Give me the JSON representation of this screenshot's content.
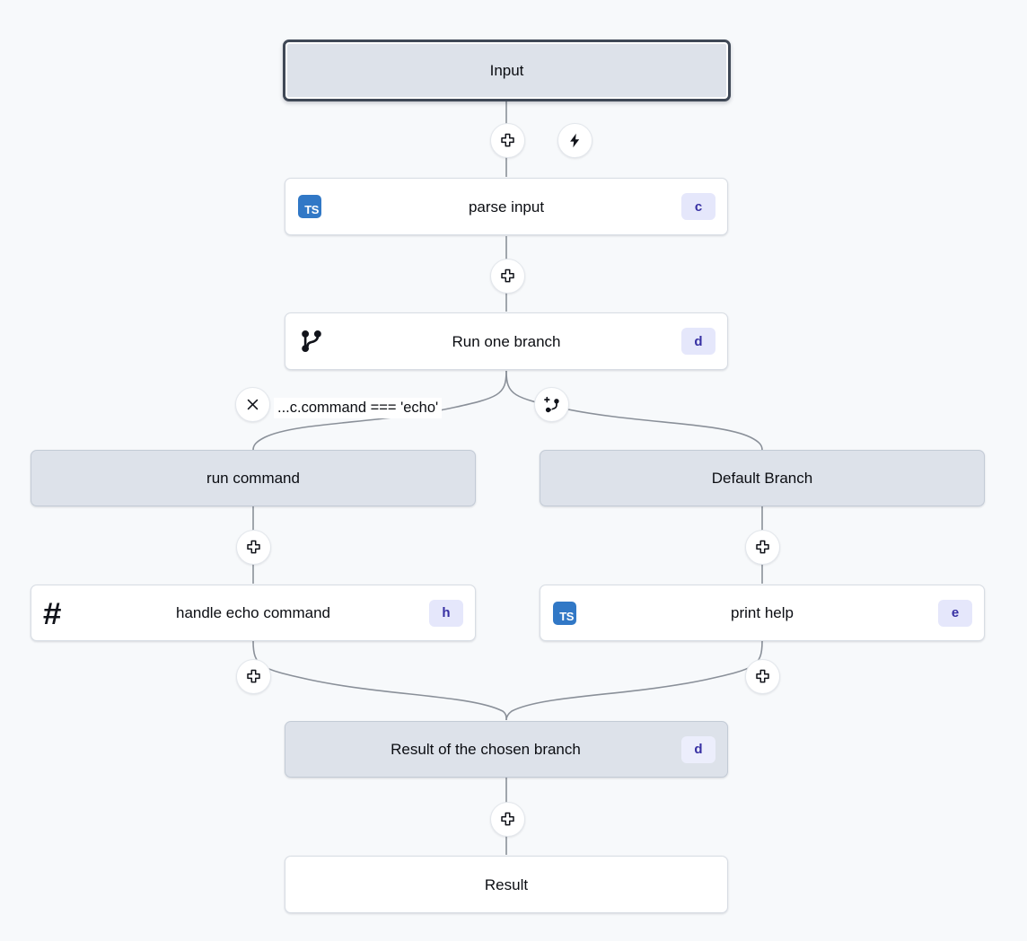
{
  "canvas": {
    "background_color": "#f7f9fb",
    "edge_color": "#8a9099"
  },
  "theme": {
    "node_gray_fill": "#dde2ea",
    "node_white_fill": "#ffffff",
    "node_border": "#c3cbd6",
    "selected_border": "#3f4856",
    "badge_bg": "#e5e7fb",
    "badge_text": "#3730a3",
    "ts_icon_bg": "#3178c6"
  },
  "nodes": {
    "input": {
      "label": "Input"
    },
    "parse_input": {
      "label": "parse input",
      "badge": "c",
      "icon": "typescript-icon"
    },
    "run_one_branch": {
      "label": "Run one branch",
      "badge": "d",
      "icon": "git-branch-icon"
    },
    "branch_a": {
      "label": "run command"
    },
    "branch_default": {
      "label": "Default Branch"
    },
    "handle_echo": {
      "label": "handle echo command",
      "badge": "h",
      "icon": "hash-icon"
    },
    "print_help": {
      "label": "print help",
      "badge": "e",
      "icon": "typescript-icon"
    },
    "branch_result": {
      "label": "Result of the chosen branch",
      "badge": "d"
    },
    "result": {
      "label": "Result"
    }
  },
  "branch_condition": {
    "expression": "...c.command === 'echo'",
    "remove_icon": "close-icon",
    "add_branch_icon": "add-branch-icon"
  },
  "handles": {
    "add_icon": "plus-icon",
    "trigger_icon": "lightning-icon",
    "add_step_after_input": "plus-icon",
    "trigger_after_input": "lightning-icon",
    "add_step_after_parse": "plus-icon",
    "add_step_after_branch_a": "plus-icon",
    "add_step_after_branch_default": "plus-icon",
    "add_step_after_handle_echo": "plus-icon",
    "add_step_after_print_help": "plus-icon",
    "add_step_after_result_branch": "plus-icon"
  }
}
